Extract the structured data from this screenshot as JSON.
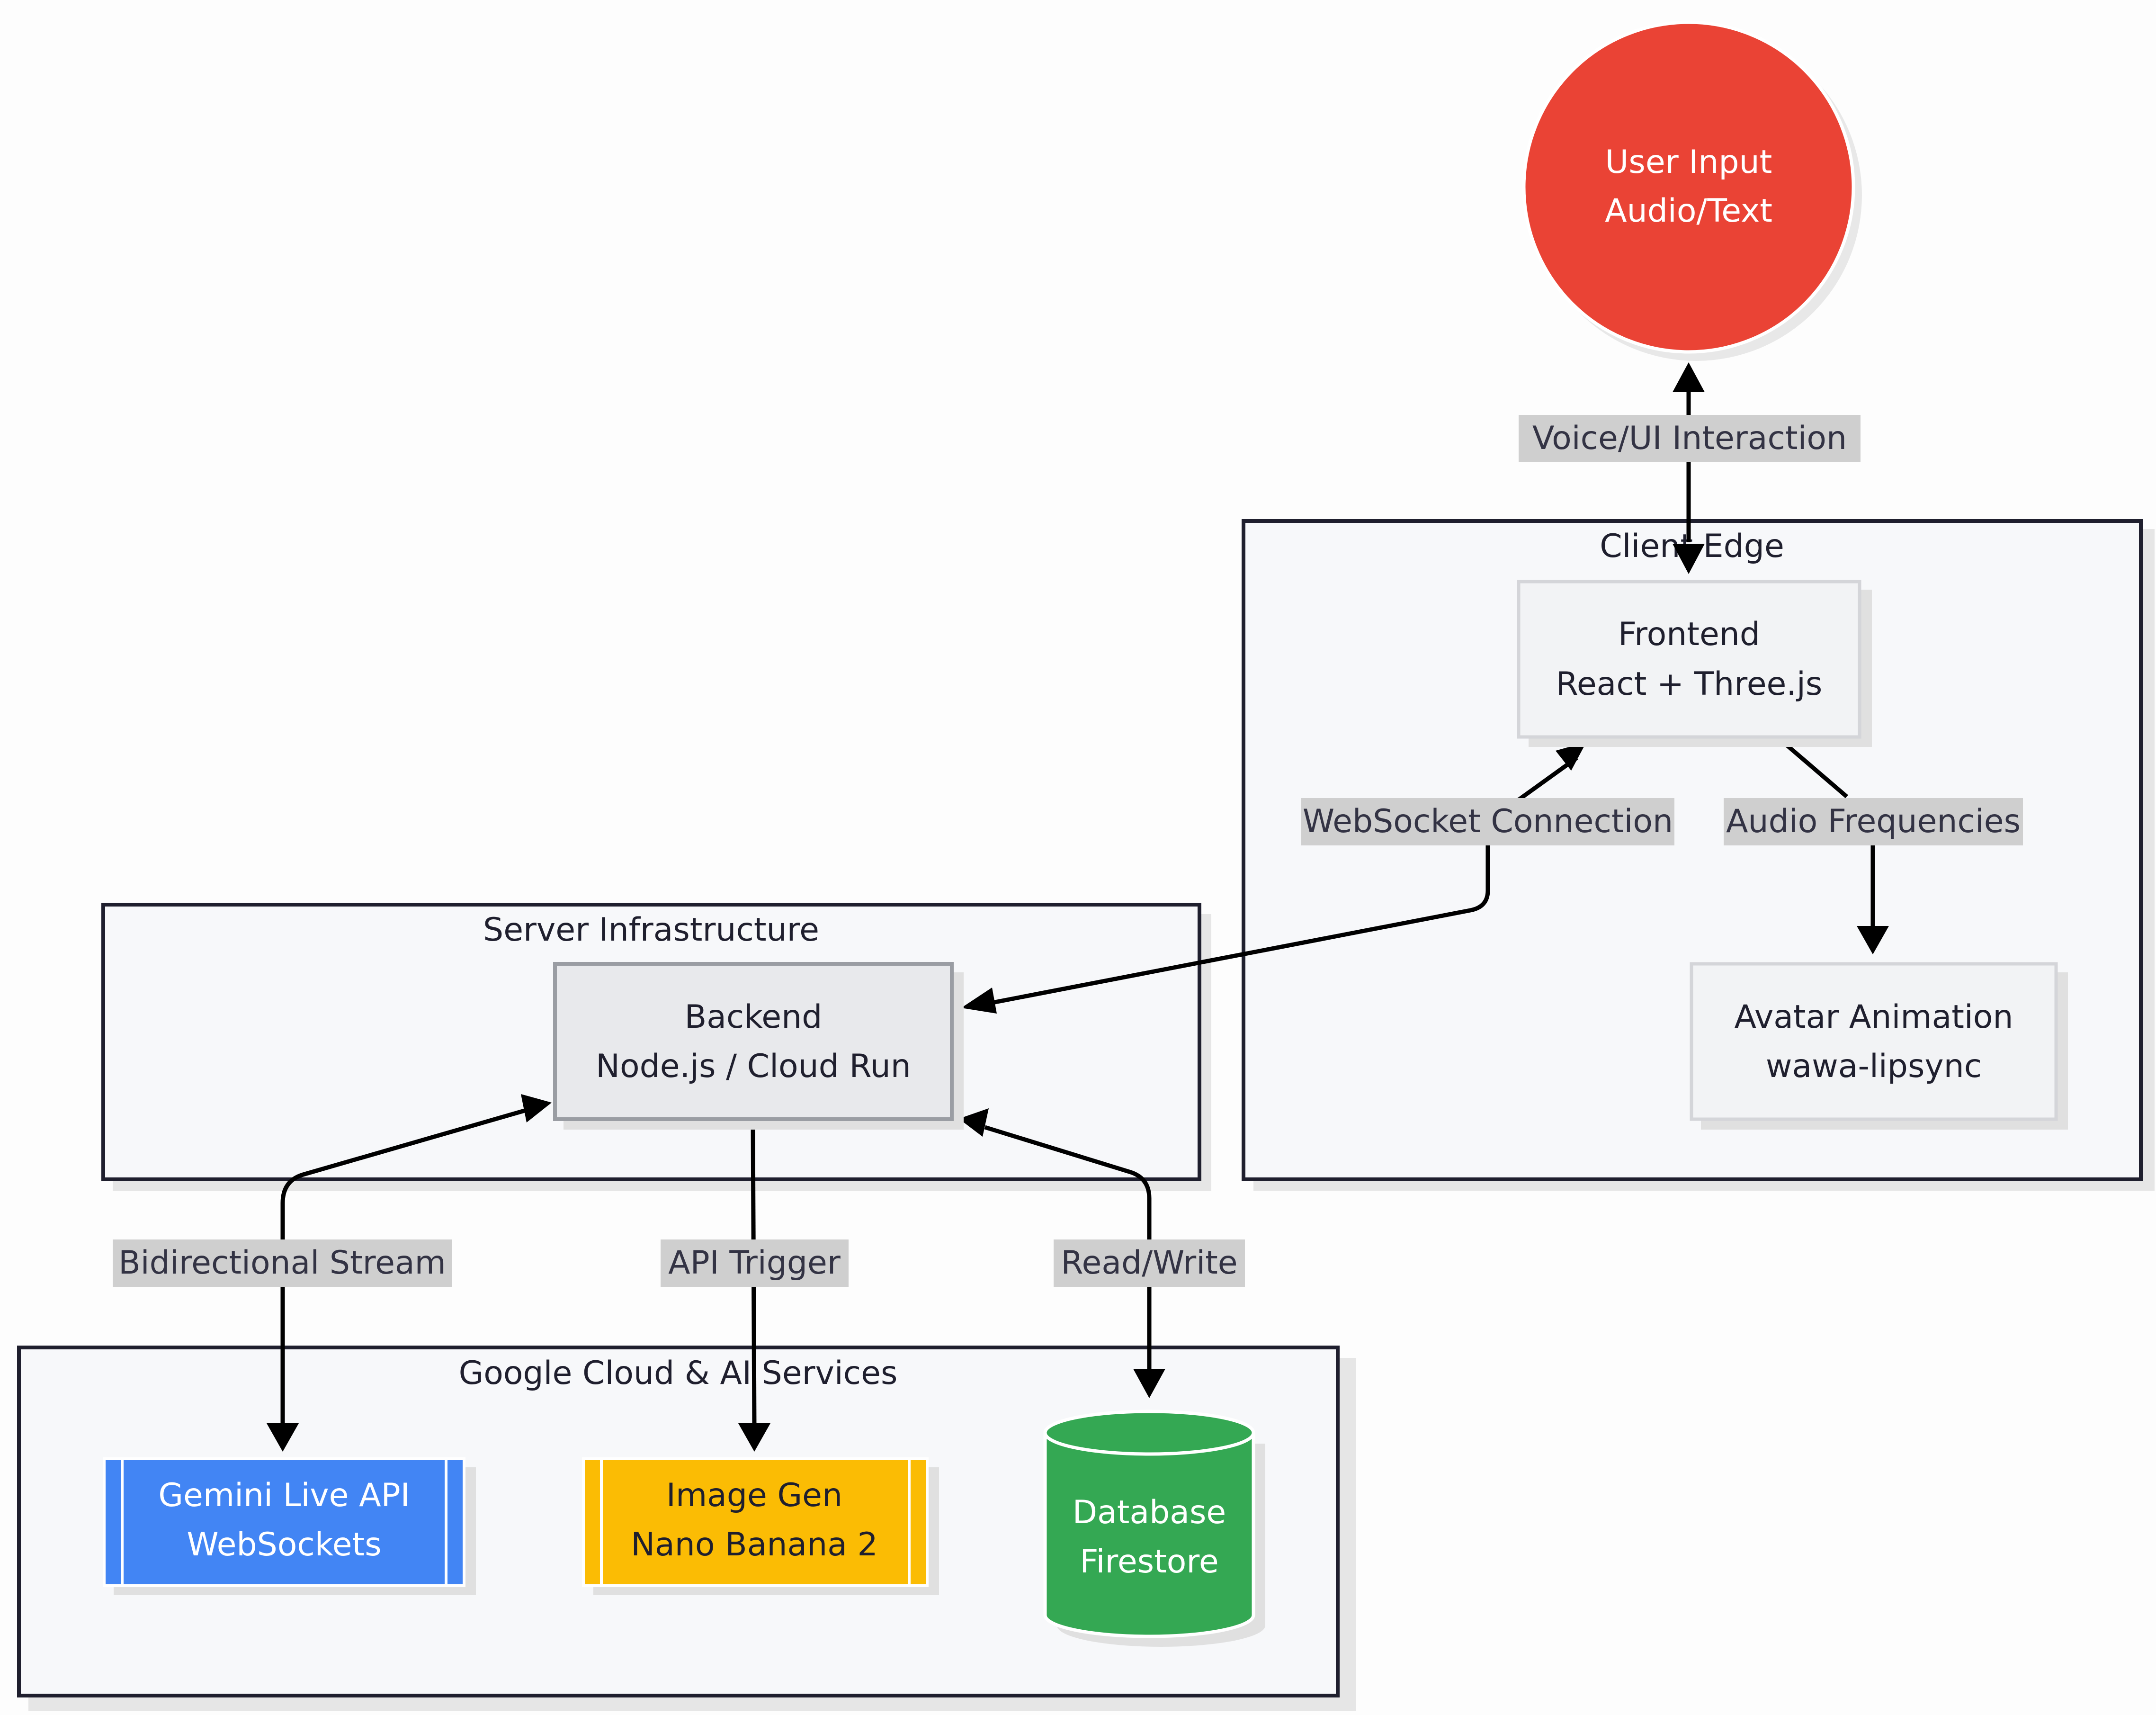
{
  "diagram": {
    "groups": {
      "client": {
        "title": "Client Edge"
      },
      "server": {
        "title": "Server Infrastructure"
      },
      "cloud": {
        "title": "Google Cloud & AI Services"
      }
    },
    "nodes": {
      "user": {
        "line1": "User Input",
        "line2": "Audio/Text",
        "color": "#ea4335"
      },
      "frontend": {
        "line1": "Frontend",
        "line2": "React + Three.js"
      },
      "avatar": {
        "line1": "Avatar Animation",
        "line2": "wawa-lipsync"
      },
      "backend": {
        "line1": "Backend",
        "line2": "Node.js / Cloud Run"
      },
      "gemini": {
        "line1": "Gemini Live API",
        "line2": "WebSockets",
        "color": "#4285f4"
      },
      "imagegen": {
        "line1": "Image Gen",
        "line2": "Nano Banana 2",
        "color": "#fbbc04"
      },
      "database": {
        "line1": "Database",
        "line2": "Firestore",
        "color": "#34a853"
      }
    },
    "edges": {
      "user_frontend": "Voice/UI Interaction",
      "frontend_backend": "WebSocket Connection",
      "frontend_avatar": "Audio Frequencies",
      "backend_gemini": "Bidirectional Stream",
      "backend_imagegen": "API Trigger",
      "backend_database": "Read/Write"
    }
  }
}
